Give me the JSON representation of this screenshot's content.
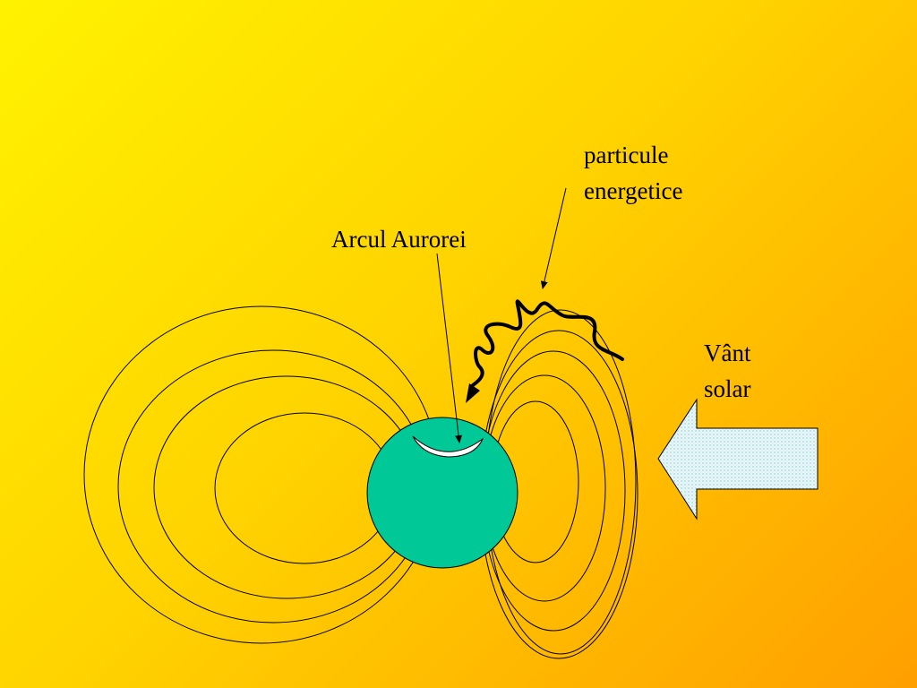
{
  "labels": {
    "particule_line1": "particule",
    "particule_line2": "energetice",
    "arcul": "Arcul Aurorei",
    "vant_line1": "Vânt",
    "vant_line2": "solar"
  },
  "colors": {
    "earth": "#00c896",
    "aurora": "#ffffff",
    "arrow_fill": "#e8f6f8",
    "lines": "#000000"
  }
}
